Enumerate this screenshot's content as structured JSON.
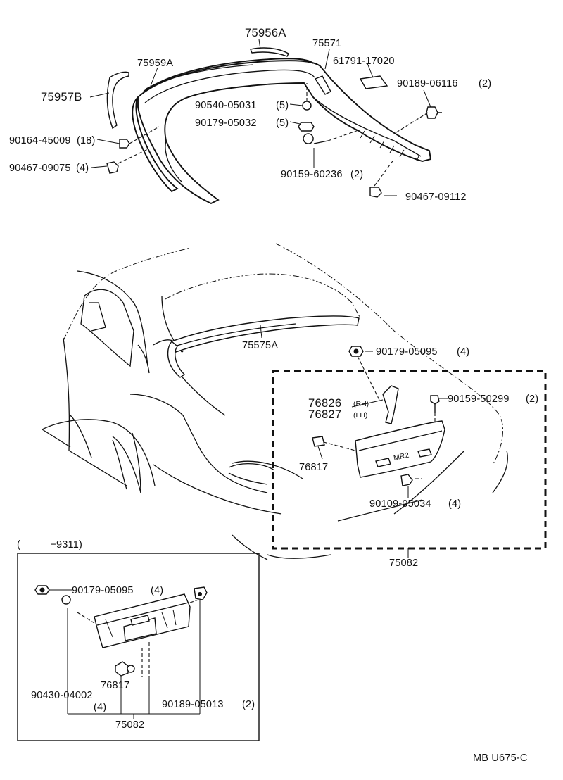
{
  "diagram_id": "MB U675-C",
  "callouts": {
    "spoiler_center": "75956A",
    "spoiler_side": "75957B",
    "spoiler_main": "75959A",
    "spoiler_molding": "75571",
    "pad": "61791-17020",
    "clip_90189_06116": {
      "part": "90189-06116",
      "qty": "(2)"
    },
    "nut_90540": {
      "part": "90540-05031",
      "qty": "(5)"
    },
    "nut_90179_05032": {
      "part": "90179-05032",
      "qty": "(5)"
    },
    "clip_90164": {
      "part": "90164-45009",
      "qty": "(18)"
    },
    "clip_90467_09075": {
      "part": "90467-09075",
      "qty": "(4)"
    },
    "screw_90159_60236": {
      "part": "90159-60236",
      "qty": "(2)"
    },
    "clip_90467_09112": "90467-09112",
    "spoiler_assy": "75575A",
    "nut_90179_05095": {
      "part": "90179-05095",
      "qty": "(4)"
    },
    "bracket_rh": {
      "part": "76826",
      "side": "(RH)"
    },
    "bracket_lh": {
      "part": "76827",
      "side": "(LH)"
    },
    "screw_90159_50299": {
      "part": "90159-50299",
      "qty": "(2)"
    },
    "clip_76817": "76817",
    "clip_90109_05034": {
      "part": "90109-05034",
      "qty": "(4)"
    },
    "garnish_75082": "75082",
    "garnish_badge": "MR2"
  },
  "inset": {
    "period": "(          −9311)",
    "nut_90179_05095": {
      "part": "90179-05095",
      "qty": "(4)"
    },
    "nut_90430": {
      "part": "90430-04002",
      "qty": "(4)"
    },
    "clip_76817": "76817",
    "clip_90189_05013": {
      "part": "90189-05013",
      "qty": "(2)"
    },
    "garnish_75082": "75082"
  }
}
